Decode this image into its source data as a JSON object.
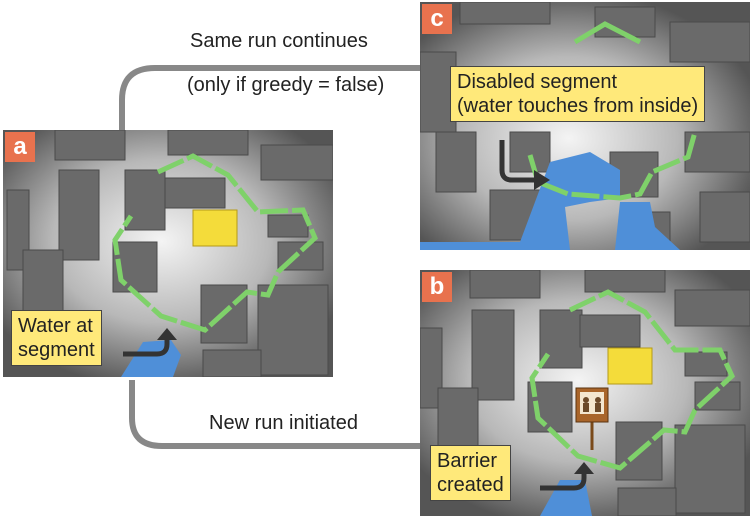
{
  "panels": {
    "a": {
      "label": "a",
      "callout": [
        "Water at",
        "segment"
      ]
    },
    "b": {
      "label": "b",
      "callout": [
        "Barrier",
        "created"
      ]
    },
    "c": {
      "label": "c",
      "callout": [
        "Disabled segment",
        "(water touches from inside)"
      ]
    }
  },
  "connectors": {
    "top_line1": "Same run continues",
    "top_line2": "(only if greedy = false)",
    "bottom": "New run initiated"
  },
  "colors": {
    "badge": "#e8724e",
    "callout_bg": "#ffe97a",
    "segment": "#7fd16a",
    "water": "#4f8fd8",
    "block": "#6a6a6a",
    "target": "#f4dc3a",
    "connector": "#888888"
  },
  "icons": [
    "arrow-icon",
    "barrier-sign-icon"
  ]
}
